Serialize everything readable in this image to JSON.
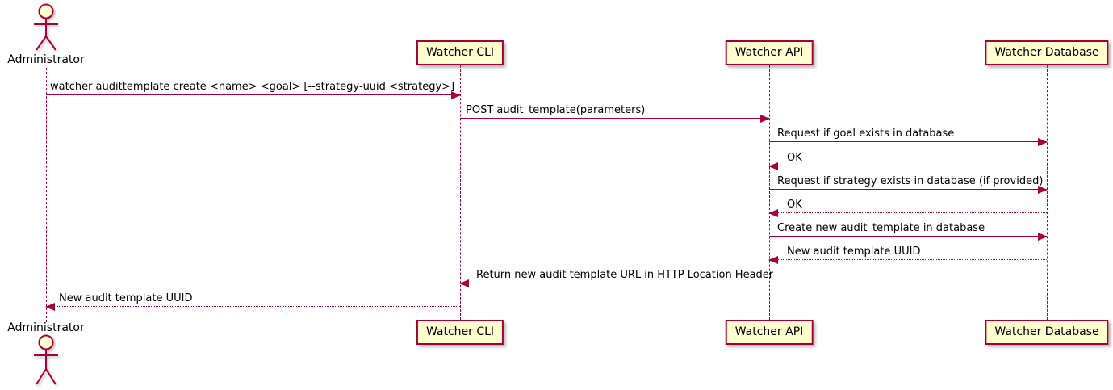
{
  "diagram_type": "sequence",
  "colors": {
    "accent": "#A80036",
    "participant_fill": "#FEFECE",
    "text": "#000000",
    "background": "#ffffff"
  },
  "actor": {
    "label": "Administrator"
  },
  "participants": [
    {
      "label": "Watcher CLI"
    },
    {
      "label": "Watcher API"
    },
    {
      "label": "Watcher Database"
    }
  ],
  "messages": [
    {
      "from": "Administrator",
      "to": "Watcher CLI",
      "type": "solid",
      "label": "watcher audittemplate create <name> <goal> [--strategy-uuid <strategy>]"
    },
    {
      "from": "Watcher CLI",
      "to": "Watcher API",
      "type": "solid",
      "label": "POST audit_template(parameters)"
    },
    {
      "from": "Watcher API",
      "to": "Watcher Database",
      "type": "solid",
      "label": "Request if goal exists in database"
    },
    {
      "from": "Watcher Database",
      "to": "Watcher API",
      "type": "dashed",
      "label": "OK"
    },
    {
      "from": "Watcher API",
      "to": "Watcher Database",
      "type": "solid",
      "label": "Request if strategy exists in database (if provided)"
    },
    {
      "from": "Watcher Database",
      "to": "Watcher API",
      "type": "dashed",
      "label": "OK"
    },
    {
      "from": "Watcher API",
      "to": "Watcher Database",
      "type": "solid",
      "label": "Create new audit_template in database"
    },
    {
      "from": "Watcher Database",
      "to": "Watcher API",
      "type": "dashed",
      "label": "New audit template UUID"
    },
    {
      "from": "Watcher API",
      "to": "Watcher CLI",
      "type": "dashed",
      "label": "Return new audit template URL in HTTP Location Header"
    },
    {
      "from": "Watcher CLI",
      "to": "Administrator",
      "type": "dashed",
      "label": "New audit template UUID"
    }
  ]
}
